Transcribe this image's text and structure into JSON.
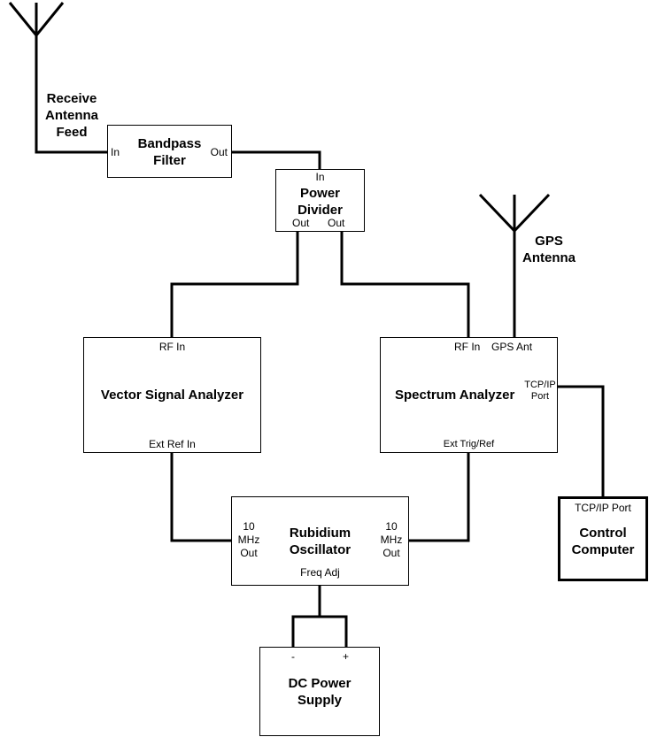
{
  "receive_antenna": {
    "label": "Receive\nAntenna\nFeed"
  },
  "bandpass_filter": {
    "title": "Bandpass\nFilter",
    "in": "In",
    "out": "Out"
  },
  "power_divider": {
    "title": "Power\nDivider",
    "in": "In",
    "out1": "Out",
    "out2": "Out"
  },
  "gps_antenna": {
    "label": "GPS\nAntenna"
  },
  "vector_signal_analyzer": {
    "title": "Vector Signal Analyzer",
    "rf_in": "RF In",
    "ext_ref_in": "Ext Ref In"
  },
  "spectrum_analyzer": {
    "title": "Spectrum Analyzer",
    "rf_in": "RF In",
    "gps_ant": "GPS Ant",
    "tcpip_port": "TCP/IP\nPort",
    "ext_trig_ref": "Ext Trig/Ref"
  },
  "control_computer": {
    "title": "Control\nComputer",
    "tcpip_port": "TCP/IP Port"
  },
  "rubidium_oscillator": {
    "title": "Rubidium\nOscillator",
    "out_left": "10\nMHz\nOut",
    "out_right": "10\nMHz\nOut",
    "freq_adj": "Freq Adj"
  },
  "dc_power_supply": {
    "title": "DC Power\nSupply",
    "minus": "-",
    "plus": "+"
  },
  "colors": {
    "line": "#000000",
    "box_fill": "#ffffff"
  }
}
